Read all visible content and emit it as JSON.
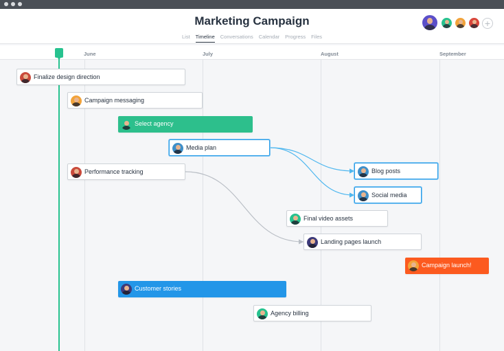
{
  "project": {
    "title": "Marketing Campaign"
  },
  "tabs": [
    {
      "label": "List",
      "active": false
    },
    {
      "label": "Timeline",
      "active": true
    },
    {
      "label": "Conversations",
      "active": false
    },
    {
      "label": "Calendar",
      "active": false
    },
    {
      "label": "Progress",
      "active": false
    },
    {
      "label": "Files",
      "active": false
    }
  ],
  "members": [
    {
      "icon": "avatar-icon",
      "color": "#5b4fc9"
    },
    {
      "icon": "avatar-icon",
      "color": "#27c28f"
    },
    {
      "icon": "avatar-icon",
      "color": "#f2a33a"
    },
    {
      "icon": "avatar-icon",
      "color": "#d9463b"
    }
  ],
  "add_member": {
    "icon": "plus-icon",
    "label": "+"
  },
  "months": [
    "June",
    "July",
    "August",
    "September"
  ],
  "colors": {
    "accent_green": "#27c28f",
    "selected_blue": "#2d9ee8",
    "dependency_blue": "#4fb7ef",
    "dependency_gray": "#b9bec5",
    "launch_orange": "#fc5a1f",
    "stories_blue": "#2396e8"
  },
  "tasks": [
    {
      "id": "finalize",
      "label": "Finalize design direction",
      "avatar_color": "#c94a3b",
      "style": "default"
    },
    {
      "id": "messaging",
      "label": "Campaign messaging",
      "avatar_color": "#f2a33a",
      "style": "default"
    },
    {
      "id": "agency",
      "label": "Select agency",
      "avatar_color": "#27c28f",
      "style": "filled",
      "fill": "#2dbf8c"
    },
    {
      "id": "media",
      "label": "Media plan",
      "avatar_color": "#3f8fc9",
      "style": "selected"
    },
    {
      "id": "perf",
      "label": "Performance tracking",
      "avatar_color": "#c94a3b",
      "style": "default"
    },
    {
      "id": "blog",
      "label": "Blog posts",
      "avatar_color": "#3f8fc9",
      "style": "selected"
    },
    {
      "id": "social",
      "label": "Social media",
      "avatar_color": "#3f8fc9",
      "style": "selected"
    },
    {
      "id": "video",
      "label": "Final video assets",
      "avatar_color": "#27c28f",
      "style": "default"
    },
    {
      "id": "landing",
      "label": "Landing pages launch",
      "avatar_color": "#3d3a7a",
      "style": "default"
    },
    {
      "id": "launch",
      "label": "Campaign launch!",
      "avatar_color": "#f2a33a",
      "style": "filled",
      "fill": "#fc5a1f"
    },
    {
      "id": "stories",
      "label": "Customer stories",
      "avatar_color": "#3d3a7a",
      "style": "filled",
      "fill": "#2396e8"
    },
    {
      "id": "billing",
      "label": "Agency billing",
      "avatar_color": "#27c28f",
      "style": "default"
    }
  ],
  "dependencies": [
    {
      "from": "media",
      "to": "blog",
      "color": "blue"
    },
    {
      "from": "media",
      "to": "social",
      "color": "blue"
    },
    {
      "from": "perf",
      "to": "landing",
      "color": "gray"
    }
  ]
}
